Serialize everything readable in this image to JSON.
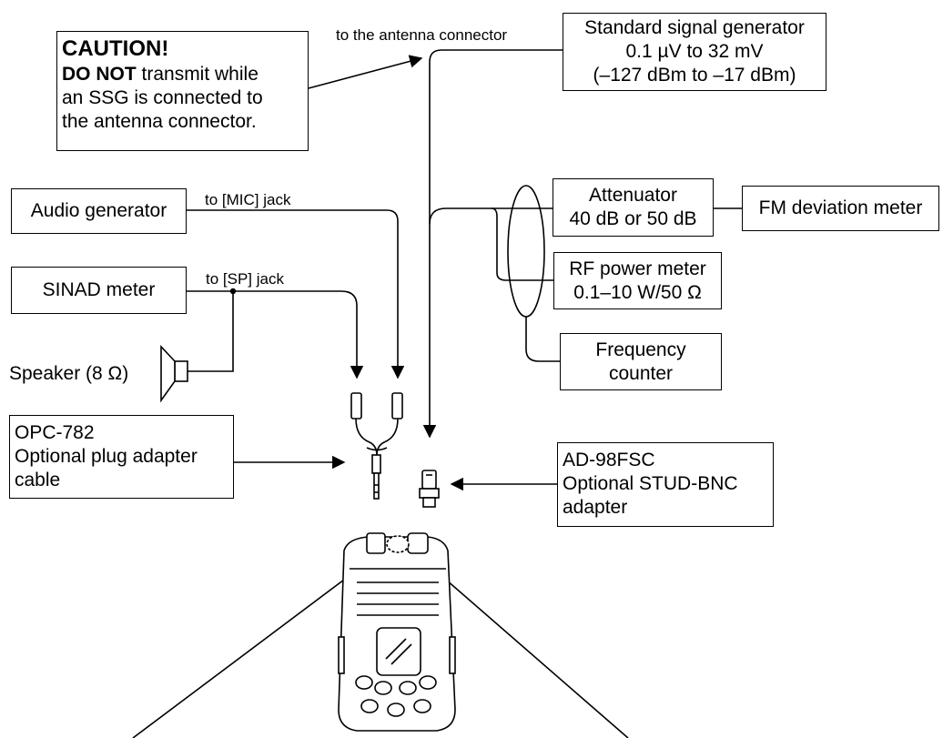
{
  "caution": {
    "title": "CAUTION!",
    "emphasis": "DO NOT",
    "line1_rest": " transmit while",
    "line2": "an SSG is connected to",
    "line3": "the antenna connector."
  },
  "ssg": {
    "line1": "Standard signal generator",
    "line2": "0.1 µV to 32 mV",
    "line3": "(–127 dBm to –17 dBm)"
  },
  "audio_generator": {
    "label": "Audio generator"
  },
  "sinad_meter": {
    "label": "SINAD meter"
  },
  "speaker": {
    "label": "Speaker (8 Ω)"
  },
  "attenuator": {
    "line1": "Attenuator",
    "line2": "40 dB or 50 dB"
  },
  "fm_deviation_meter": {
    "label": "FM deviation meter"
  },
  "rf_power_meter": {
    "line1": "RF power meter",
    "line2": "0.1–10 W/50 Ω"
  },
  "frequency_counter": {
    "line1": "Frequency",
    "line2": "counter"
  },
  "opc782": {
    "line1": "OPC-782",
    "line2": "Optional plug adapter",
    "line3": "cable"
  },
  "ad98fsc": {
    "line1": "AD-98FSC",
    "line2": "Optional STUD-BNC",
    "line3": "adapter"
  },
  "connection_labels": {
    "antenna": "to the antenna connector",
    "mic": "to [MIC] jack",
    "sp": "to [SP] jack"
  }
}
